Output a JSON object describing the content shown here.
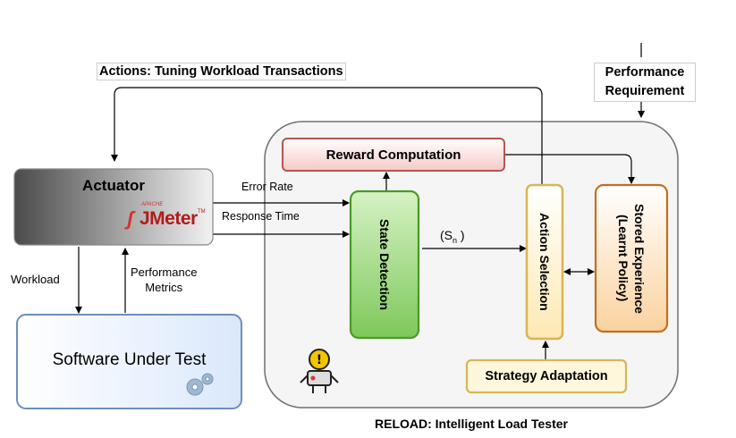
{
  "top_label": "Actions: Tuning Workload Transactions",
  "performance_requirement": [
    "Performance",
    "Requirement"
  ],
  "actuator": {
    "title": "Actuator",
    "logo": {
      "apache": "APACHE",
      "name": "JMeter",
      "tm": "TM"
    }
  },
  "edge_labels": {
    "error_rate": "Error Rate",
    "response_time": "Response Time",
    "workload": "Workload",
    "performance_metrics": [
      "Performance",
      "Metrics"
    ],
    "state": "(S",
    "state_sub": "n",
    "state_close": " )"
  },
  "sut": {
    "title": "Software Under Test",
    "icon": "gears-icon"
  },
  "reload": {
    "caption": "RELOAD: Intelligent Load Tester",
    "icon": "robot-icon",
    "reward": "Reward Computation",
    "state_detection": "State Detection",
    "action_selection": "Action Selection",
    "stored": [
      "Stored Experience",
      "(Learnt Policy)"
    ],
    "strategy": "Strategy Adaptation"
  },
  "colors": {
    "reward_border": "#b85450",
    "state_border": "#4a9a23",
    "action_border": "#d6b656",
    "stored_border": "#c0701e",
    "strategy_border": "#d6b656",
    "sut_border": "#6c8ebf"
  }
}
